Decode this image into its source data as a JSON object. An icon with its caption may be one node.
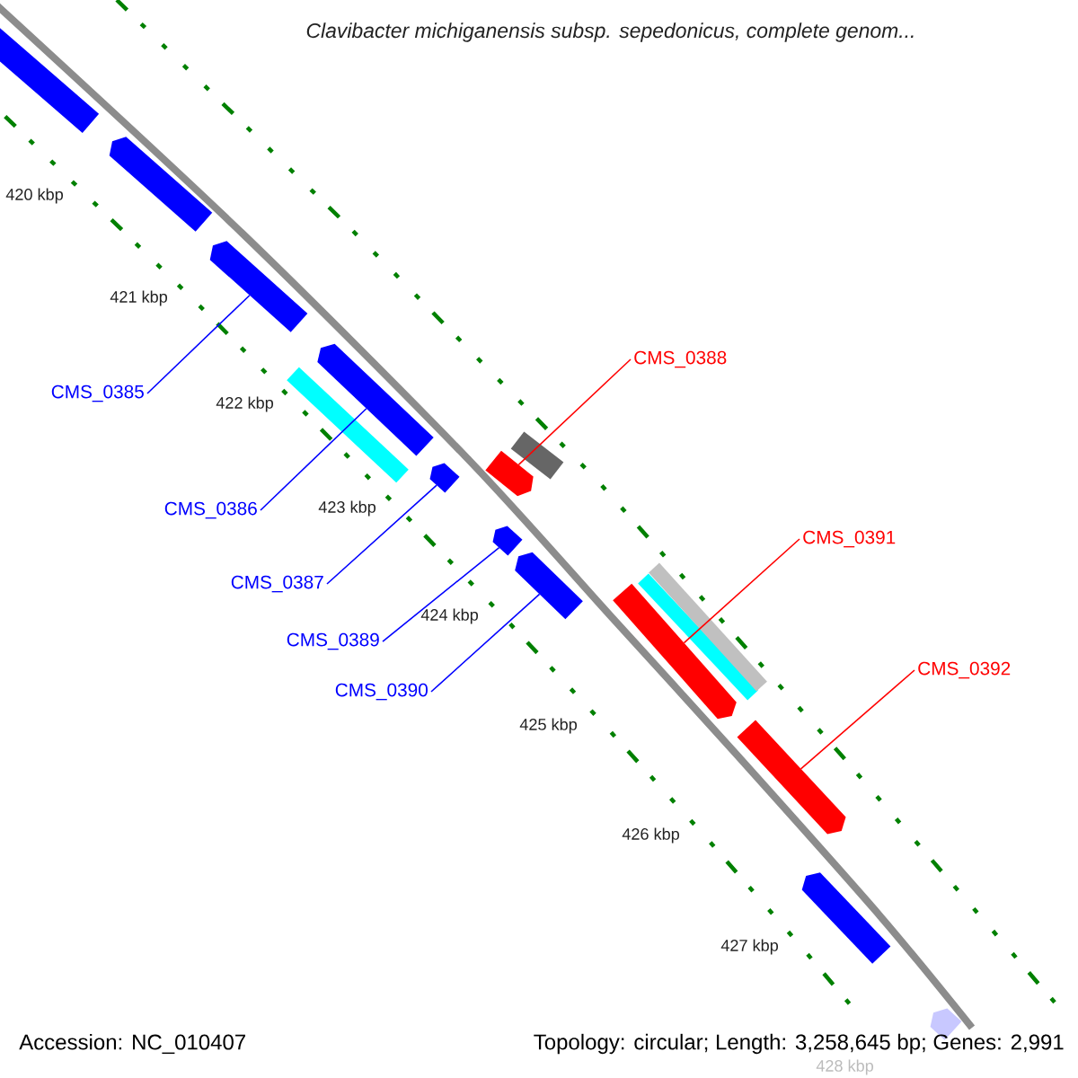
{
  "diagram": {
    "title": "Clavibacter michiganensis subsp. sepedonicus, complete genom...",
    "nodes": [
      {
        "text": [],
        "shape": "pentagon"
      },
      {
        "text": [],
        "shape": "pentagon"
      },
      {
        "text": [],
        "shape": "pentagon"
      },
      {
        "text": [],
        "shape": "pentagon"
      },
      {
        "text": [],
        "shape": "bar"
      },
      {
        "text": [],
        "shape": "pentagon"
      },
      {
        "text": [],
        "shape": "pentagon"
      },
      {
        "text": [],
        "shape": "bar"
      },
      {
        "text": [],
        "shape": "pentagon"
      },
      {
        "text": [],
        "shape": "pentagon"
      },
      {
        "text": [],
        "shape": "pentagon"
      },
      {
        "text": [],
        "shape": "bar"
      },
      {
        "text": [],
        "shape": "bar"
      },
      {
        "text": [],
        "shape": "pentagon"
      },
      {
        "text": [],
        "shape": "pentagon"
      },
      {
        "text": [],
        "shape": "pentagon"
      },
      {
        "text": [
          "CMS_0385"
        ]
      },
      {
        "text": [
          "CMS_0386"
        ]
      },
      {
        "text": [
          "CMS_0387"
        ]
      },
      {
        "text": [
          "CMS_0389"
        ]
      },
      {
        "text": [
          "CMS_0390"
        ]
      },
      {
        "text": [
          "CMS_0388"
        ]
      },
      {
        "text": [
          "CMS_0391"
        ]
      },
      {
        "text": [
          "CMS_0392"
        ]
      }
    ],
    "edges": [
      {
        "from": 16,
        "to": 2,
        "arrow": "none",
        "color": "#0000ff"
      },
      {
        "from": 17,
        "to": 3,
        "arrow": "none",
        "color": "#0000ff"
      },
      {
        "from": 18,
        "to": 5,
        "arrow": "none",
        "color": "#0000ff"
      },
      {
        "from": 19,
        "to": 8,
        "arrow": "none",
        "color": "#0000ff"
      },
      {
        "from": 20,
        "to": 9,
        "arrow": "none",
        "color": "#0000ff"
      },
      {
        "from": 21,
        "to": 6,
        "arrow": "none",
        "color": "#ff0000"
      },
      {
        "from": 22,
        "to": 10,
        "arrow": "none",
        "color": "#ff0000"
      },
      {
        "from": 23,
        "to": 13,
        "arrow": "none",
        "color": "#ff0000"
      }
    ],
    "labels": [
      "420 kbp",
      "421 kbp",
      "422 kbp",
      "423 kbp",
      "424 kbp",
      "425 kbp",
      "426 kbp",
      "427 kbp",
      "428 kbp",
      "Accession: NC_010407",
      "Topology: circular; Length: 3,258,645 bp; Genes: 2,991"
    ]
  }
}
